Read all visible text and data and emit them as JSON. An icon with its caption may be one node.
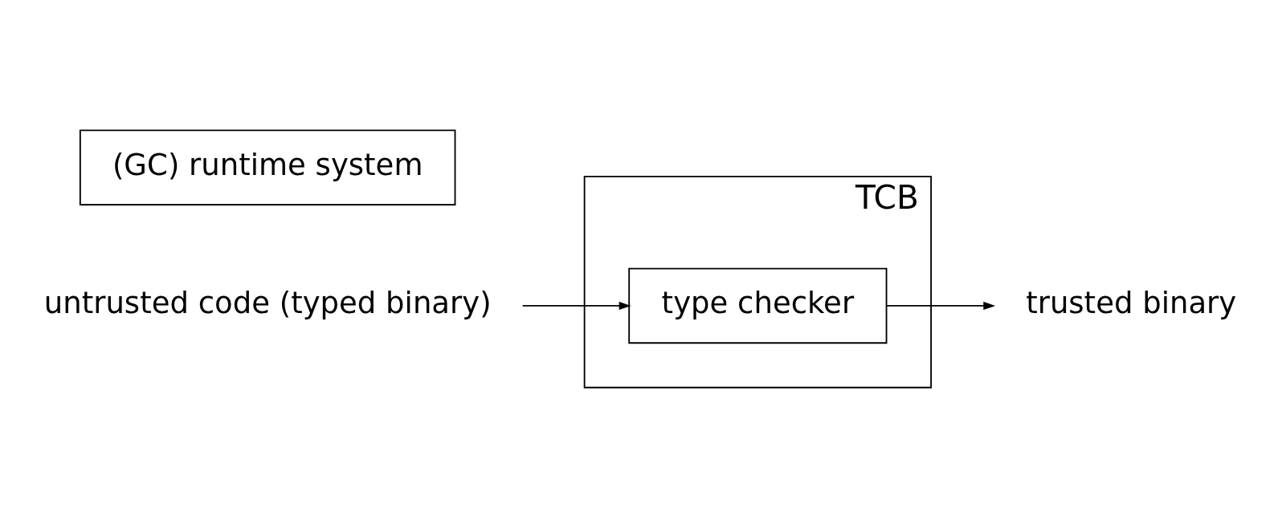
{
  "diagram": {
    "nodes": [
      {
        "text": [
          "TCB"
        ]
      },
      {
        "text": [
          "untrusted code (typed binary)"
        ]
      },
      {
        "text": [
          "type checker"
        ],
        "in": 0
      },
      {
        "text": [
          "(GC) runtime system"
        ]
      },
      {
        "text": [
          "trusted binary"
        ]
      }
    ],
    "edges": [
      {
        "from": 1,
        "to": 2,
        "arrow": "to"
      },
      {
        "from": 2,
        "to": 4,
        "arrow": "to"
      }
    ]
  }
}
